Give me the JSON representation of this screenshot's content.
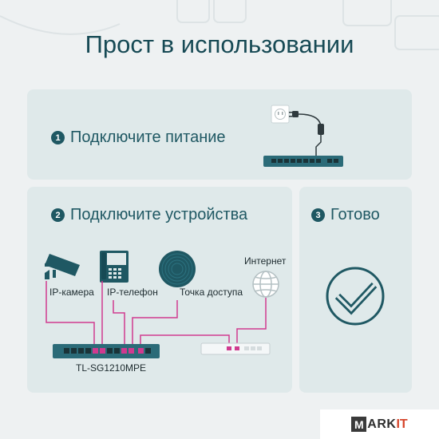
{
  "title": "Прост в использовании",
  "steps": [
    {
      "number": "1",
      "label": "Подключите питание"
    },
    {
      "number": "2",
      "label": "Подключите устройства"
    },
    {
      "number": "3",
      "label": "Готово"
    }
  ],
  "devices": {
    "camera": "IP-камера",
    "phone": "IP-телефон",
    "access_point": "Точка доступа",
    "internet": "Интернет"
  },
  "switch_model": "TL-SG1210MPE",
  "logo": {
    "m": "M",
    "text": "ARK",
    "accent": "IT"
  },
  "colors": {
    "title": "#174a55",
    "panel": "#dfe9ea",
    "cable": "#d03a8f",
    "switch": "#2b6b78",
    "badge": "#1f5863"
  }
}
